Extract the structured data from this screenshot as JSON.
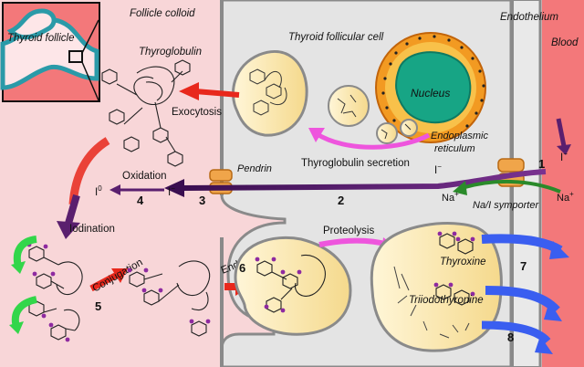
{
  "diagram": {
    "regions": {
      "colloid": "Follicle colloid",
      "cell": "Thyroid follicular cell",
      "endothelium": "Endothelium",
      "blood": "Blood"
    },
    "inset": {
      "title": "Thyroid follicle"
    },
    "organelles": {
      "nucleus": "Nucleus",
      "er_line1": "Endoplasmic",
      "er_line2": "reticulum"
    },
    "labels": {
      "thyroglobulin": "Thyroglobulin",
      "exocytosis": "Exocytosis",
      "tg_secretion": "Thyroglobulin secretion",
      "oxidation": "Oxidation",
      "pendrin": "Pendrin",
      "iodination": "Iodination",
      "conjugation": "Conjugation",
      "endocytosis": "Endocytosis",
      "proteolysis": "Proteolysis",
      "thyroxine": "Thyroxine",
      "triiodothyronine": "Triiodothyronine",
      "symporter": "Na/I symporter"
    },
    "ions": {
      "iodide": "I",
      "iodide_charge": "−",
      "iodine": "I",
      "iodine_sup": "0",
      "sodium": "Na",
      "sodium_charge": "+"
    },
    "steps": [
      "1",
      "2",
      "3",
      "4",
      "5",
      "6",
      "7",
      "8"
    ],
    "colors": {
      "blood": "#f3787a",
      "colloid": "#f8d6d8",
      "cell": "#e3e3e3",
      "membrane": "#8a8a8a",
      "vesicle": "#fcefc4",
      "nucleus": "#1aa683",
      "nucleus_envelope": "#f09a1e",
      "transporter": "#f0a54a",
      "iodide_arrow": "#5a1f6e",
      "sodium_arrow": "#2a8a2a",
      "exocytosis_arrow": "#e8281c",
      "secretion_arrow": "#ee55dd",
      "hormone_arrow": "#3a5ef0",
      "iodine_atom": "#8e2aa0"
    }
  }
}
